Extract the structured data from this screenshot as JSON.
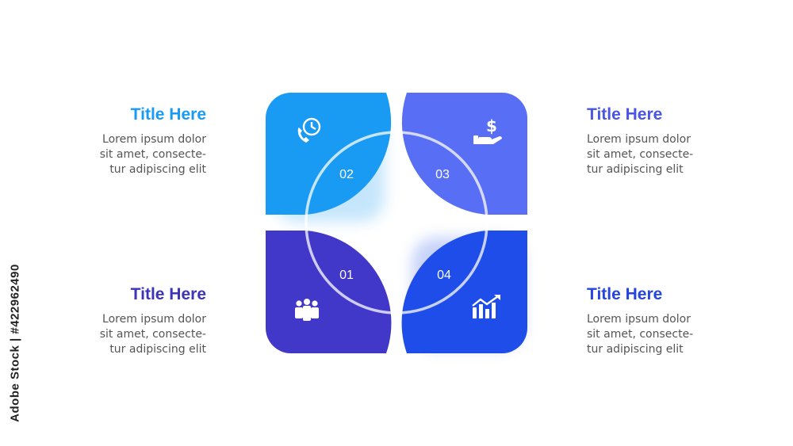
{
  "colors": {
    "q1": "#4137c9",
    "q2": "#1a9bf3",
    "q3": "#586ef5",
    "q4": "#1f4de9",
    "title_blue": "#1a9bf3",
    "title_indigo": "#4a56e2",
    "title_violet": "#3d34b8",
    "title_royal": "#2545e0"
  },
  "watermark": "Adobe Stock | #422962490",
  "items": [
    {
      "number": "01",
      "title": "Title Here",
      "text": [
        "Lorem ipsum dolor",
        "sit amet, consecte-",
        "tur adipiscing elit"
      ],
      "icon": "team-icon"
    },
    {
      "number": "02",
      "title": "Title Here",
      "text": [
        "Lorem ipsum dolor",
        "sit amet, consecte-",
        "tur adipiscing elit"
      ],
      "icon": "phone-clock-icon"
    },
    {
      "number": "03",
      "title": "Title Here",
      "text": [
        "Lorem ipsum dolor",
        "sit amet, consecte-",
        "tur adipiscing elit"
      ],
      "icon": "hand-dollar-icon"
    },
    {
      "number": "04",
      "title": "Title Here",
      "text": [
        "Lorem ipsum dolor",
        "sit amet, consecte-",
        "tur adipiscing elit"
      ],
      "icon": "growth-chart-icon"
    }
  ]
}
